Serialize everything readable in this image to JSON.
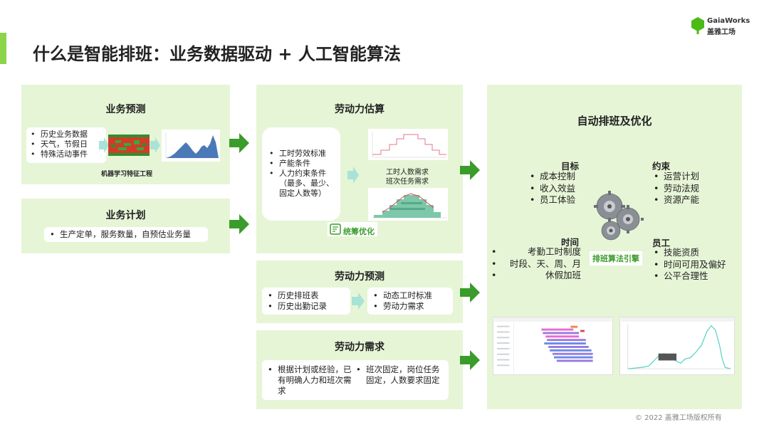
{
  "header": {
    "title": "什么是智能排班：业务数据驱动 + 人工智能算法",
    "logo_name": "GaiaWorks",
    "logo_sub": "盖雅工场"
  },
  "footer": {
    "copyright": "© 2022 盖雅工场版权所有"
  },
  "forecast": {
    "title": "业务预测",
    "items": [
      "历史业务数据",
      "天气，节假日",
      "特殊活动事件"
    ],
    "caption": "机器学习特征工程"
  },
  "plan": {
    "title": "业务计划",
    "item": "生产定单，服务数量，自预估业务量"
  },
  "estimate": {
    "title": "劳动力估算",
    "items": [
      "工时劳效标准",
      "产能条件",
      "人力约束条件（最多、最少、固定人数等）"
    ],
    "chart_caption_1": "工时人数需求",
    "chart_caption_2": "班次任务需求",
    "optimize_label": "统筹优化"
  },
  "labor_forecast": {
    "title": "劳动力预测",
    "left_items": [
      "历史排班表",
      "历史出勤记录"
    ],
    "right_items": [
      "动态工时标准",
      "劳动力需求"
    ]
  },
  "labor_demand": {
    "title": "劳动力需求",
    "left_items": [
      "根据计划或经验，已有明确人力和班次需求"
    ],
    "right_items": [
      "班次固定，岗位任务固定，人数要求固定"
    ]
  },
  "auto": {
    "title": "自动排班及优化",
    "goal_title": "目标",
    "goal_items": [
      "成本控制",
      "收入效益",
      "员工体验"
    ],
    "constraint_title": "约束",
    "constraint_items": [
      "运营计划",
      "劳动法规",
      "资源产能"
    ],
    "time_title": "时间",
    "time_items": [
      "考勤工时制度",
      "时段、天、周、月",
      "休假加班"
    ],
    "staff_title": "员工",
    "staff_items": [
      "技能资质",
      "时间可用及偏好",
      "公平合理性"
    ],
    "engine_label": "排班算法引擎"
  },
  "colors": {
    "panel_bg": "#e6f5d6",
    "arrow": "#3a9c2a",
    "accent": "#4cbb17"
  }
}
